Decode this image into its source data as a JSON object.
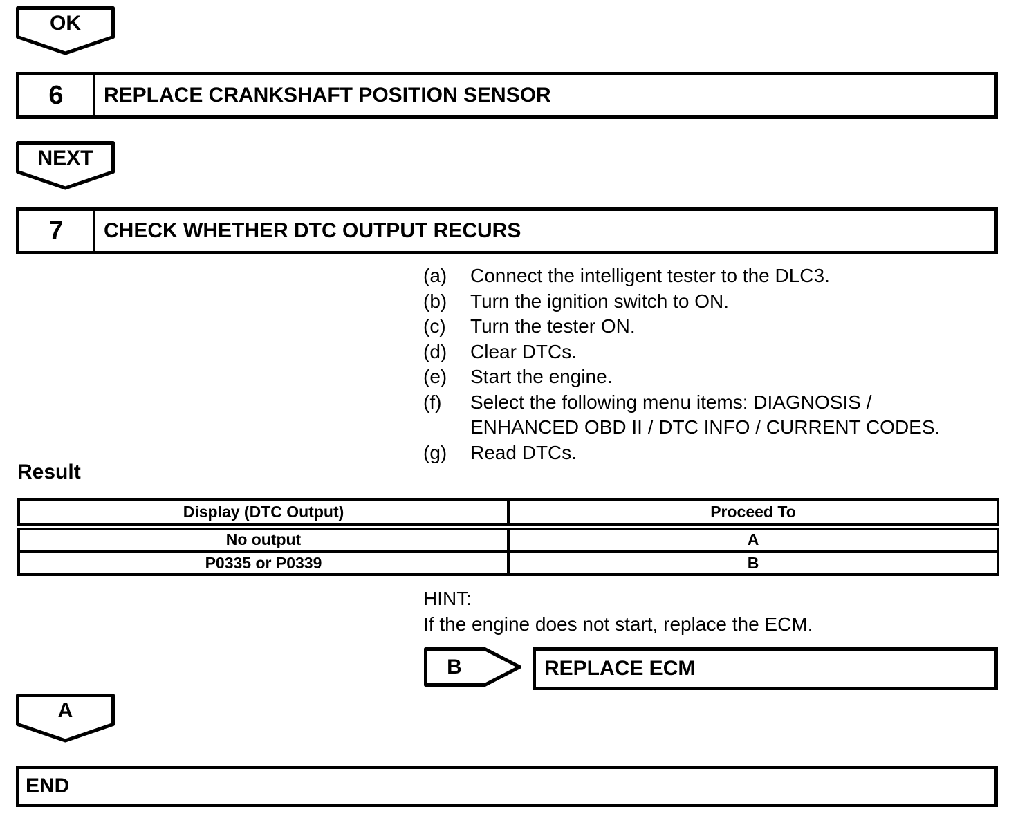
{
  "connectors": {
    "ok": {
      "label": "OK"
    },
    "next": {
      "label": "NEXT"
    },
    "a": {
      "label": "A"
    },
    "b": {
      "label": "B"
    }
  },
  "steps": [
    {
      "number": "6",
      "title": "REPLACE CRANKSHAFT POSITION SENSOR"
    },
    {
      "number": "7",
      "title": "CHECK WHETHER DTC OUTPUT RECURS"
    }
  ],
  "procedure": [
    {
      "marker": "(a)",
      "text": "Connect the intelligent tester to the DLC3."
    },
    {
      "marker": "(b)",
      "text": "Turn the ignition switch to ON."
    },
    {
      "marker": "(c)",
      "text": "Turn the tester ON."
    },
    {
      "marker": "(d)",
      "text": "Clear DTCs."
    },
    {
      "marker": "(e)",
      "text": "Start the engine."
    },
    {
      "marker": "(f)",
      "text": "Select the following menu items: DIAGNOSIS /\nENHANCED OBD II / DTC INFO / CURRENT CODES."
    },
    {
      "marker": "(g)",
      "text": "Read DTCs."
    }
  ],
  "result": {
    "heading": "Result",
    "table": {
      "headers": [
        "Display (DTC Output)",
        "Proceed To"
      ],
      "rows": [
        [
          "No output",
          "A"
        ],
        [
          "P0335 or P0339",
          "B"
        ]
      ]
    }
  },
  "hint": {
    "label": "HINT:",
    "text": "If the engine does not start, replace the ECM."
  },
  "actions": {
    "replace_ecm": "REPLACE ECM",
    "end": "END"
  },
  "colors": {
    "ink": "#000000",
    "paper": "#ffffff"
  }
}
